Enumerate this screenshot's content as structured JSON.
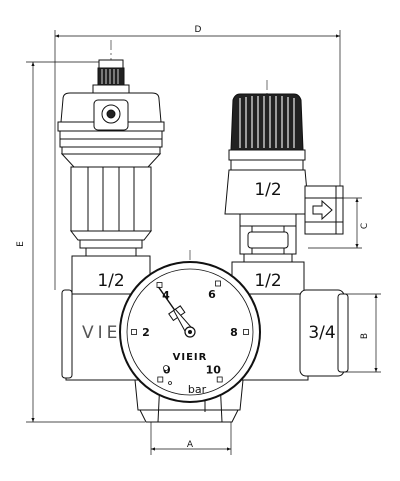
{
  "dimensions": {
    "D": "D",
    "E": "E",
    "C": "C",
    "B": "B",
    "A": "A"
  },
  "body": {
    "inlet_size": "1/2",
    "outlet_size": "1/2",
    "relief_valve_size": "1/2",
    "side_port_size": "3/4",
    "brand": "VIEIR"
  },
  "gauge": {
    "ticks": [
      {
        "label": "0",
        "angle_deg": 212
      },
      {
        "label": "2",
        "angle_deg": 270
      },
      {
        "label": "4",
        "angle_deg": 327
      },
      {
        "label": "6",
        "angle_deg": 30
      },
      {
        "label": "8",
        "angle_deg": 90
      },
      {
        "label": "10",
        "angle_deg": 148
      }
    ],
    "brand": "VIEIR",
    "unit": "bar",
    "needle_angle_deg": 325
  },
  "colors": {
    "line": "#111111",
    "fill": "#ffffff",
    "shade": "#222222"
  }
}
